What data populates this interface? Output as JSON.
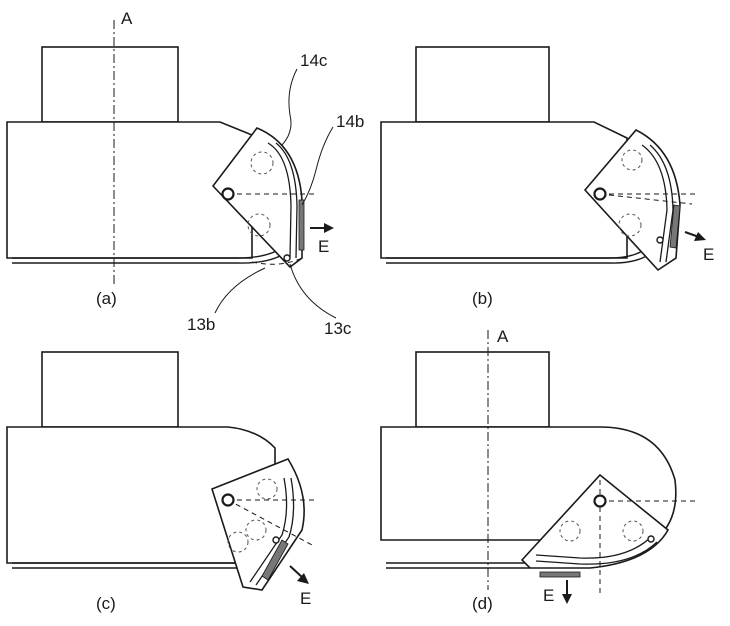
{
  "axis_label": "A",
  "callouts": {
    "c14c": "14c",
    "c14b": "14b",
    "c13b": "13b",
    "c13c": "13c"
  },
  "force_label": "E",
  "panels": [
    {
      "caption": "(a)"
    },
    {
      "caption": "(b)"
    },
    {
      "caption": "(c)"
    },
    {
      "caption": "(d)"
    }
  ]
}
